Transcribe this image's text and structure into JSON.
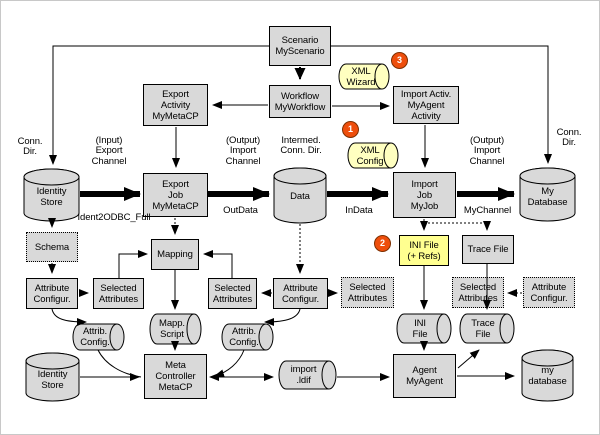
{
  "figure": {
    "type": "flow-diagram",
    "colors": {
      "node_fill": "#D9D9D9",
      "file_highlight_fill": "#FFFF90",
      "wizard_fill": "#FFFFC0",
      "step_badge_fill": "#EE4E0C",
      "step_badge_border": "#7E2F00",
      "line_color": "#000000",
      "background": "#FFFFFF"
    },
    "nodes": {
      "scenario": [
        "Scenario",
        "MyScenario"
      ],
      "workflow": [
        "Workflow",
        "MyWorkflow"
      ],
      "export_activity": [
        "Export",
        "Activity",
        "MyMetaCP"
      ],
      "import_activity": [
        "Import Activ.",
        "MyAgent",
        "Activity"
      ],
      "export_job": [
        "Export",
        "Job",
        "MyMetaCP"
      ],
      "import_job": [
        "Import",
        "Job",
        "MyJob"
      ],
      "mapping": [
        "Mapping"
      ],
      "schema": [
        "Schema"
      ],
      "attribute_config_left": [
        "Attribute",
        "Configur."
      ],
      "selected_attributes_1": [
        "Selected",
        "Attributes"
      ],
      "selected_attributes_2": [
        "Selected",
        "Attributes"
      ],
      "attribute_config_center": [
        "Attribute",
        "Configur."
      ],
      "selected_attributes_3": [
        "Selected",
        "Attributes"
      ],
      "selected_attributes_4": [
        "Selected",
        "Attributes"
      ],
      "attribute_config_right": [
        "Attribute",
        "Configur."
      ],
      "ini_file_box": [
        "INI File",
        "(+ Refs)"
      ],
      "trace_file_box": [
        "Trace File"
      ],
      "meta_controller": [
        "Meta",
        "Controller",
        "MetaCP"
      ],
      "agent": [
        "Agent",
        "MyAgent"
      ],
      "identity_store_top": [
        "Identity",
        "Store"
      ],
      "data_store": [
        "Data"
      ],
      "my_database_top": [
        "My",
        "Database"
      ],
      "identity_store_bottom": [
        "Identity",
        "Store"
      ],
      "my_database_bottom": [
        "my",
        "database"
      ],
      "xml_wizard": [
        "XML",
        "Wizard"
      ],
      "xml_config": [
        "XML",
        "Config"
      ],
      "attrib_config_doc_left": [
        "Attrib.",
        "Config."
      ],
      "mapp_script_doc": [
        "Mapp.",
        "Script"
      ],
      "attrib_config_doc_right": [
        "Attrib.",
        "Config."
      ],
      "ini_file_doc": [
        "INI",
        "File"
      ],
      "trace_file_doc": [
        "Trace",
        "File"
      ],
      "import_ldif_doc": [
        "import",
        ".ldif"
      ]
    },
    "labels": {
      "conn_dir_left": [
        "Conn.",
        "Dir."
      ],
      "input_export_channel": [
        "(Input)",
        "Export",
        "Channel"
      ],
      "output_import_channel_left": [
        "(Output)",
        "Import",
        "Channel"
      ],
      "intermed_conn_dir": [
        "Intermed.",
        "Conn. Dir."
      ],
      "output_import_channel_right": [
        "(Output)",
        "Import",
        "Channel"
      ],
      "conn_dir_right": [
        "Conn.",
        "Dir."
      ],
      "channel_name_export": "Ident2ODBC_Full",
      "channel_name_outdata": "OutData",
      "channel_name_indata": "InData",
      "channel_name_mychannel": "MyChannel"
    },
    "step_badges": [
      {
        "label": "1"
      },
      {
        "label": "2"
      },
      {
        "label": "3"
      }
    ]
  }
}
